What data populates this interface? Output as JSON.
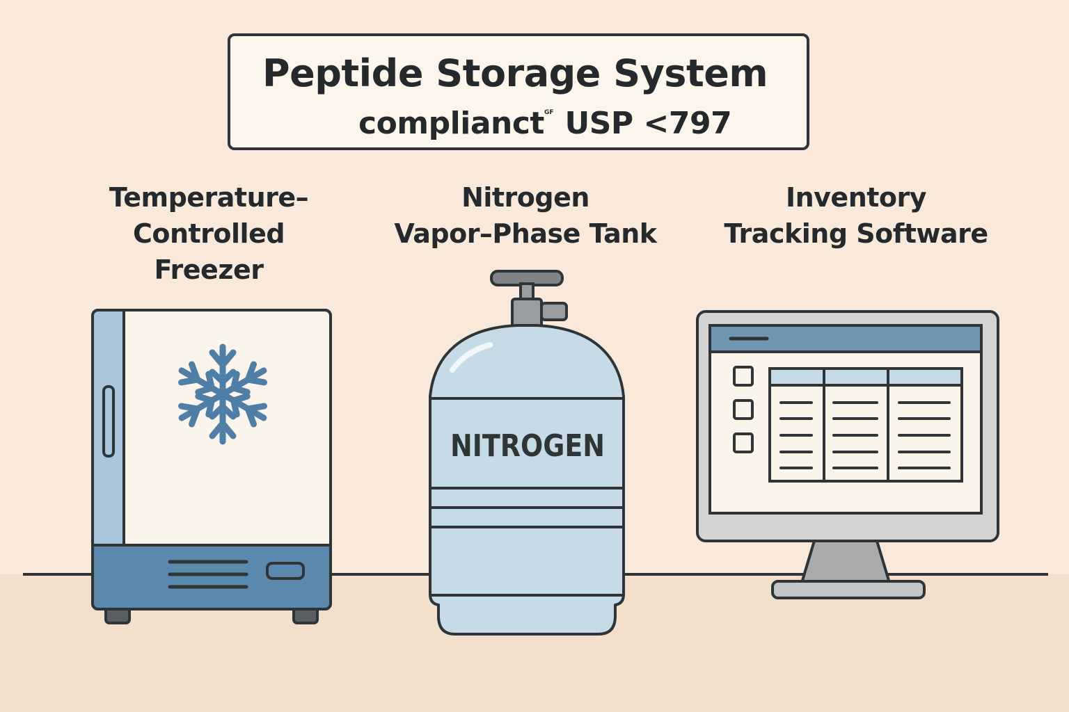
{
  "title": {
    "main": "Peptide Storage System",
    "sub_text": "complianct",
    "sub_superscript": "GF",
    "sub_standard": "USP <797"
  },
  "items": [
    {
      "label_lines": [
        "Temperature–",
        "Controlled",
        "Freezer"
      ],
      "icon": "freezer-icon"
    },
    {
      "label_lines": [
        "Nitrogen",
        "Vapor–Phase Tank"
      ],
      "icon": "nitrogen-tank-icon",
      "tank_text": "NITROGEN"
    },
    {
      "label_lines": [
        "Inventory",
        "Tracking Software"
      ],
      "icon": "computer-monitor-icon"
    }
  ],
  "colors": {
    "background": "#f8e9da",
    "outline": "#2f3437",
    "freezer_blue": "#5b88ad",
    "freezer_light_blue": "#a9c6dc",
    "tank_blue": "#c6dbe6",
    "monitor_gray": "#d4d4d4",
    "screen_header": "#6f97b4"
  }
}
